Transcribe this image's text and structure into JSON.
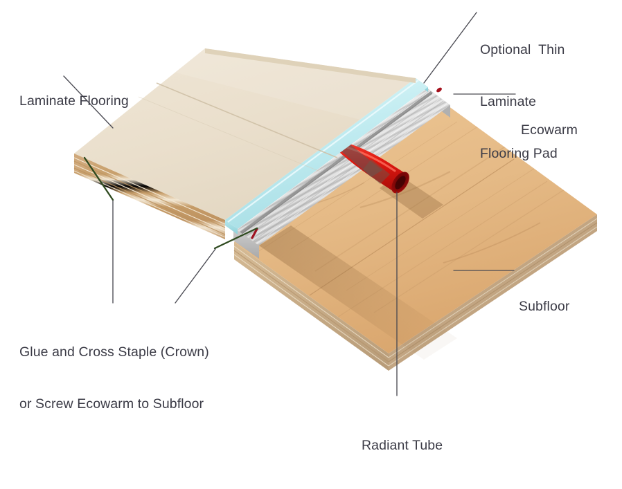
{
  "diagram": {
    "title": "Ecowarm Radiant Floor Board Installation Cutaway",
    "type": "cutaway-isometric-assembly",
    "background_color": "#ffffff",
    "label_text_color": "#3b3b46",
    "leader_line_color": "#4a4a52"
  },
  "labels": {
    "laminate_flooring": {
      "lines": [
        "Laminate Flooring"
      ],
      "line1": "Laminate Flooring"
    },
    "optional_pad": {
      "lines": [
        "Optional  Thin",
        "Laminate",
        "Flooring Pad"
      ],
      "line1": "Optional  Thin",
      "line2": "Laminate",
      "line3": "Flooring Pad"
    },
    "ecowarm": {
      "lines": [
        "Ecowarm"
      ],
      "line1": "Ecowarm"
    },
    "subfloor": {
      "lines": [
        "Subfloor"
      ],
      "line1": "Subfloor"
    },
    "radiant_tube": {
      "lines": [
        "Radiant Tube"
      ],
      "line1": "Radiant Tube"
    },
    "glue_staple": {
      "lines": [
        "Glue and Cross Staple (Crown)",
        "or Screw Ecowarm to Subfloor"
      ],
      "line1": "Glue and Cross Staple (Crown)",
      "line2": "or Screw Ecowarm to Subfloor"
    }
  },
  "layers": [
    {
      "name": "Laminate Flooring",
      "order": 1,
      "color_top": "#eadfcc",
      "color_edge": "#ddd0b8",
      "description": "Cream finished laminate plank surface with plank seam lines"
    },
    {
      "name": "Optional Thin Laminate Flooring Pad",
      "order": 2,
      "color_top": "#c9eef2",
      "color_edge": "#a8dde3",
      "description": "Thin pale cyan underlayment pad strip"
    },
    {
      "name": "Ecowarm",
      "order": 3,
      "color_top": "#d6d6d6",
      "color_edge": "#b4b4b4",
      "description": "Light gray ribbed radiant board with routed tube groove"
    },
    {
      "name": "Subfloor",
      "order": 4,
      "color_top": "#e6bb87",
      "color_edge": "#c9ad8a",
      "description": "Tan plywood subfloor panel with visible ply layers on edge"
    }
  ],
  "components": {
    "radiant_tube": {
      "color": "#d81414",
      "color_dark": "#9e0c0c",
      "description": "Red PEX radiant tube emerging from routed groove in Ecowarm board"
    },
    "staples": {
      "color": "#2d4a1e",
      "count": 2,
      "description": "Dark green cross staple / crown staple fastener lines"
    },
    "tube_end_marks": {
      "color": "#a01020",
      "count": 2,
      "description": "Small red tube cross-section marks at panel edges"
    }
  }
}
